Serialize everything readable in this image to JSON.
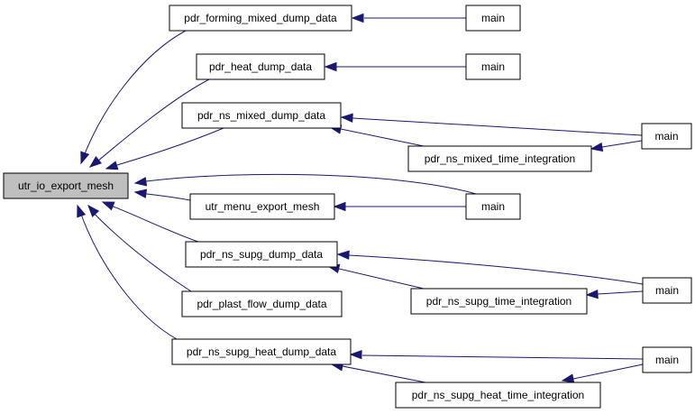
{
  "diagram": {
    "type": "call-graph",
    "edge_color": "#191970",
    "root_fill": "#bfbfbf",
    "nodes": [
      {
        "id": "root",
        "label": "utr_io_export_mesh",
        "root": true
      },
      {
        "id": "n1",
        "label": "pdr_forming_mixed_dump_data"
      },
      {
        "id": "m1",
        "label": "main"
      },
      {
        "id": "n2",
        "label": "pdr_heat_dump_data"
      },
      {
        "id": "m2",
        "label": "main"
      },
      {
        "id": "n3",
        "label": "pdr_ns_mixed_dump_data"
      },
      {
        "id": "t3",
        "label": "pdr_ns_mixed_time_integration"
      },
      {
        "id": "m3",
        "label": "main"
      },
      {
        "id": "n4",
        "label": "utr_menu_export_mesh"
      },
      {
        "id": "m4",
        "label": "main"
      },
      {
        "id": "n5",
        "label": "pdr_ns_supg_dump_data"
      },
      {
        "id": "t5",
        "label": "pdr_ns_supg_time_integration"
      },
      {
        "id": "m5",
        "label": "main"
      },
      {
        "id": "n6",
        "label": "pdr_plast_flow_dump_data"
      },
      {
        "id": "n7",
        "label": "pdr_ns_supg_heat_dump_data"
      },
      {
        "id": "t7",
        "label": "pdr_ns_supg_heat_time_integration"
      },
      {
        "id": "m7",
        "label": "main"
      }
    ],
    "edges": [
      {
        "from": "n1",
        "to": "root"
      },
      {
        "from": "n2",
        "to": "root"
      },
      {
        "from": "n3",
        "to": "root"
      },
      {
        "from": "m4",
        "to": "root"
      },
      {
        "from": "n4",
        "to": "root"
      },
      {
        "from": "n5",
        "to": "root"
      },
      {
        "from": "n6",
        "to": "root"
      },
      {
        "from": "n7",
        "to": "root"
      },
      {
        "from": "m1",
        "to": "n1"
      },
      {
        "from": "m2",
        "to": "n2"
      },
      {
        "from": "m3",
        "to": "n3"
      },
      {
        "from": "t3",
        "to": "n3"
      },
      {
        "from": "m3",
        "to": "t3"
      },
      {
        "from": "m4",
        "to": "n4"
      },
      {
        "from": "m5",
        "to": "n5"
      },
      {
        "from": "t5",
        "to": "n5"
      },
      {
        "from": "m5",
        "to": "t5"
      },
      {
        "from": "m7",
        "to": "n7"
      },
      {
        "from": "t7",
        "to": "n7"
      },
      {
        "from": "m7",
        "to": "t7"
      }
    ]
  }
}
